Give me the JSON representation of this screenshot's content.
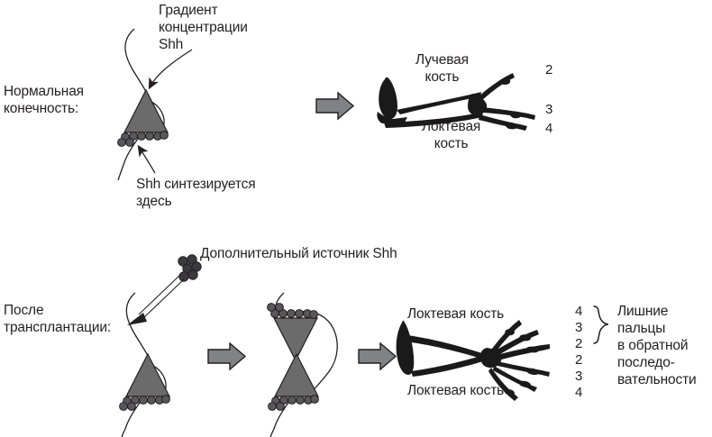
{
  "figure": {
    "title_row_labels": {
      "normal_limb": "Нормальная\nконечность:",
      "after_transplant": "После\nтрансплантации:"
    },
    "colors": {
      "bone": "#1a1a1a",
      "triangle_fill": "#6b6b6b",
      "triangle_stroke": "#231f20",
      "cell_fill": "#58585b",
      "arrow_fill": "#808285",
      "arrow_stroke": "#231f20",
      "outline": "#231f20",
      "text": "#231f20",
      "background": "#ffffff"
    }
  },
  "top_panel": {
    "gradient_caption": "Градиент\nконцентрации\nShh",
    "source_caption": "Shh синтезируется\nздесь",
    "radius_label": "Лучевая\nкость",
    "ulna_label": "Локтевая\nкость",
    "digits": [
      "2",
      "3",
      "4"
    ]
  },
  "bottom_panel": {
    "extra_source_caption": "Дополнительный источник Shh",
    "ulna_label_top": "Локтевая кость",
    "ulna_label_bottom": "Локтевая кость",
    "digits": [
      "4",
      "3",
      "2",
      "2",
      "3",
      "4"
    ],
    "result_caption": "Лишние\nпальцы\nв обратной\nпоследо-\nвательности"
  },
  "chart_data": {
    "type": "diagram",
    "title": "Shh gradient and limb patterning",
    "panels": [
      {
        "name": "normal-limb",
        "row_label": "Нормальная конечность:",
        "annotations": [
          "Градиент концентрации Shh",
          "Shh синтезируется здесь"
        ],
        "result_structures": [
          "Лучевая кость",
          "Локтевая кость"
        ],
        "digit_sequence": [
          "2",
          "3",
          "4"
        ]
      },
      {
        "name": "after-transplantation",
        "row_label": "После трансплантации:",
        "annotations": [
          "Дополнительный источник Shh"
        ],
        "result_structures": [
          "Локтевая кость",
          "Локтевая кость"
        ],
        "digit_sequence": [
          "4",
          "3",
          "2",
          "2",
          "3",
          "4"
        ],
        "result_note": "Лишние пальцы в обратной последовательности"
      }
    ]
  }
}
